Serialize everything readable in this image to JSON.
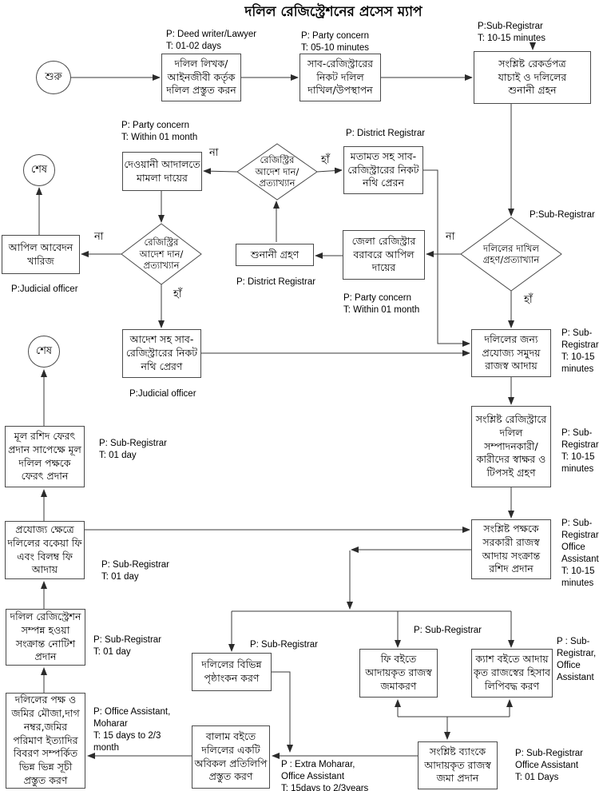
{
  "title": "দলিল রেজিস্ট্রেশনের প্রসেস ম্যাপ",
  "labels": {
    "yes": "হাঁ",
    "no": "না"
  },
  "nodes": {
    "start": {
      "label": "শুরু"
    },
    "end1": {
      "label": "শেষ"
    },
    "end2": {
      "label": "শেষ"
    },
    "prepare_deed": {
      "text": "দলিল লিখক/\nআইনজীবী কর্তৃক\nদলিল প্রস্তুত করন"
    },
    "submit_deed": {
      "text": "সাব-রেজিস্ট্রারের\nনিকট দলিল\nদাখিল/উপস্থাপন"
    },
    "verify_hearing": {
      "text": "সংশ্লিষ্ট রেকর্ডপত্র\nযাচাই ও দলিলের\nশুনানী গ্রহন"
    },
    "registry_order_1": {
      "text": "রেজিস্ট্রির\nআদেশ দান/\nপ্রত্যাখ্যান"
    },
    "registry_order_2": {
      "text": "রেজিস্ট্রির\nআদেশ দান/\nপ্রত্যাখ্যান"
    },
    "submission_decision": {
      "text": "দলিলের দাখিল\nগ্রহণ/প্রত্যাখ্যান"
    },
    "send_file_opinion": {
      "text": "মতামত সহ সাব-\nরেজিস্ট্রারের নিকট\nনথি প্রেরন"
    },
    "civil_court": {
      "text": "দেওয়ানী আদালতে\nমামলা দায়ের"
    },
    "hearing": {
      "text": "শুনানী গ্রহণ"
    },
    "appeal_district": {
      "text": "জেলা রেজিস্ট্রার\nবরাবরে আপিল\nদায়ের"
    },
    "appeal_rejected": {
      "text": "আপিল আবেদন\nখারিজ"
    },
    "send_file_order": {
      "text": "আদেশ সহ সাব-\nরেজিস্ট্রারের নিকট\nনথি প্রেরণ"
    },
    "collect_revenue": {
      "text": "দলিলের জন্য\nপ্রযোজ্য সমুদয়\nরাজস্ব আদায়"
    },
    "signatures": {
      "text": "সংশ্লিষ্ট রেজিস্ট্রারে\nদলিল\nসম্পাদনকারী/\nকারীদের স্বাক্ষর ও\nটিপসই গ্রহণ"
    },
    "return_original": {
      "text": "মূল রশিদ ফেরৎ\nপ্রদান সাপেক্ষে মূল\nদলিল পক্ষকে\nফেরৎ প্রদান"
    },
    "overdue_fees": {
      "text": "প্রযোজ্য ক্ষেত্রে\nদলিলের বকেয়া ফি\nএবং বিলম্ব ফি\nআদায়"
    },
    "issue_receipt": {
      "text": "সংশ্লিষ্ট পক্ষকে\nসরকারী রাজস্ব\nআদায় সংক্রান্ত\nরশিদ প্রদান"
    },
    "completion_notice": {
      "text": "দলিল রেজিস্ট্রেশন\nসম্পন্ন হওয়া\nসংক্রান্ত নোটিশ\nপ্রদান"
    },
    "endorsements": {
      "text": "দলিলের বিভিন্ন\nপৃষ্ঠাংকন করণ"
    },
    "fee_book": {
      "text": "ফি বইতে\nআদায়কৃত রাজস্ব\nজমাকরণ"
    },
    "cash_book": {
      "text": "ক্যাশ বইতে আদায়\nকৃত রাজস্বের হিসাব\nলিপিবদ্ধ করণ"
    },
    "indexes": {
      "text": "দলিলের পক্ষ ও\nজমির মৌজা,দাগ\nনম্বর,জমির\nপরিমাণ ইত্যাদির\nবিবরণ সম্পর্কিত\nভিন্ন ভিন্ন সূচী\nপ্রস্তুত করণ"
    },
    "balam_copy": {
      "text": "বালাম বইতে\nদলিলের একটি\nঅবিকল প্রতিলিপি\nপ্রস্তুত করণ"
    },
    "bank_deposit": {
      "text": "সংশ্লিষ্ট ব্যাংকে\nআদায়কৃত রাজস্ব\nজমা প্রদান"
    }
  },
  "annotations": {
    "prepare_deed": {
      "text": "P: Deed writer/Lawyer\nT: 01-02 days"
    },
    "submit_deed": {
      "text": "P: Party concern\nT: 05-10 minutes"
    },
    "verify_hearing": {
      "text": "P:Sub-Registrar\nT: 10-15 minutes"
    },
    "civil_court": {
      "text": "P: Party concern\nT: Within 01 month"
    },
    "send_file_opinion": {
      "text": "P: District Registrar"
    },
    "submission_decision": {
      "text": "P:Sub-Registrar"
    },
    "appeal_rejected": {
      "text": "P:Judicial officer"
    },
    "hearing": {
      "text": "P: District Registrar"
    },
    "appeal_district": {
      "text": "P: Party concern\nT: Within 01 month"
    },
    "collect_revenue": {
      "text": "P: Sub-\nRegistrar\nT: 10-15\nminutes"
    },
    "send_file_order": {
      "text": "P:Judicial officer"
    },
    "return_original": {
      "text": "P: Sub-Registrar\nT: 01 day"
    },
    "signatures": {
      "text": "P: Sub-\nRegistrar\nT: 10-15\nminutes"
    },
    "overdue_fees": {
      "text": "P: Sub-Registrar\nT: 01 day"
    },
    "issue_receipt": {
      "text": "P: Sub-\nRegistrar,\nOffice\nAssistant\nT: 10-15\nminutes"
    },
    "completion_notice": {
      "text": "P: Sub-Registrar\nT: 01 day"
    },
    "endorsements": {
      "text": "P: Sub-Registrar"
    },
    "fee_book": {
      "text": "P: Sub-Registrar"
    },
    "cash_book": {
      "text": "P : Sub-\nRegistrar,\nOffice\nAssistant"
    },
    "indexes": {
      "text": "P: Office Assistant,\nMoharar\nT: 15 days to 2/3\nmonth"
    },
    "balam_copy": {
      "text": "P : Extra Moharar,\nOffice Assistant\nT: 15days to 2/3years"
    },
    "bank_deposit": {
      "text": "P: Sub-Registrar\nOffice Assistant\nT: 01 Days"
    }
  }
}
